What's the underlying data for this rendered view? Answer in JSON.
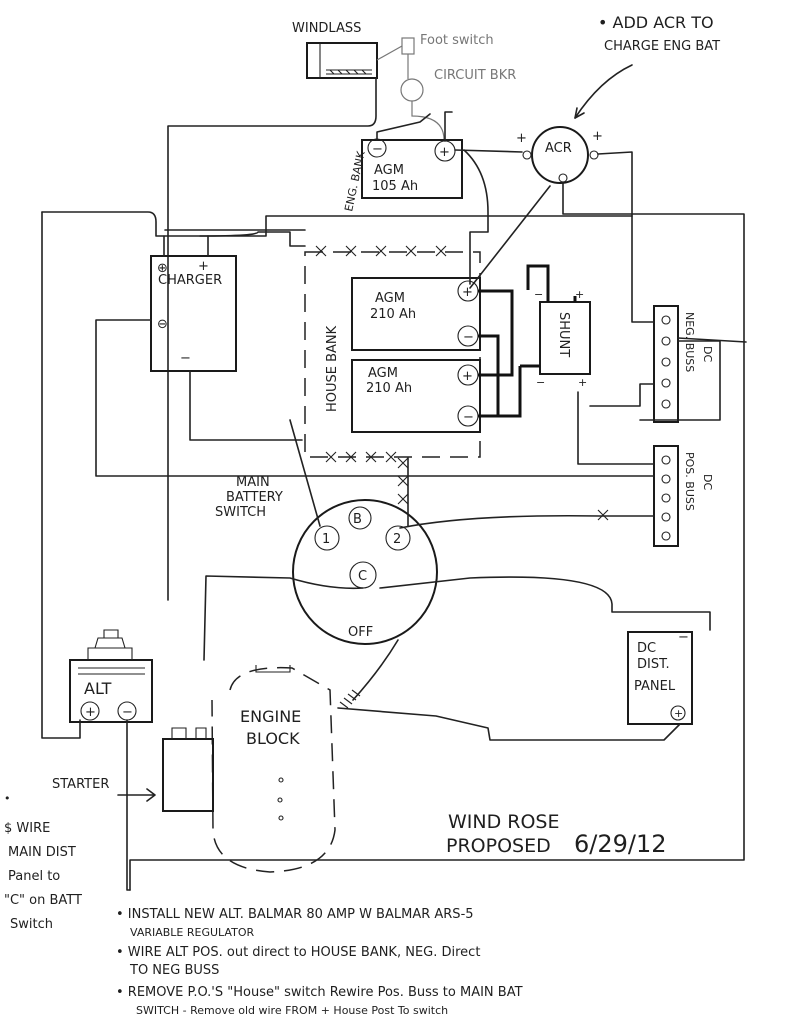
{
  "top_labels": {
    "windlass": "WINDLASS",
    "foot_switch": "Foot switch",
    "circuit_bkr": "CIRCUIT BKR",
    "add_acr_line1": "• ADD ACR TO",
    "add_acr_line2": "CHARGE ENG BAT"
  },
  "components": {
    "eng_bank": "ENG. BANK",
    "eng_battery_line1": "AGM",
    "eng_battery_line2": "105 Ah",
    "acr": "ACR",
    "charger": "CHARGER",
    "house_bank": "HOUSE BANK",
    "house_battery1_line1": "AGM",
    "house_battery1_line2": "210 Ah",
    "house_battery2_line1": "AGM",
    "house_battery2_line2": "210 Ah",
    "shunt": "SHUNT",
    "dc_neg_buss_line1": "DC",
    "dc_neg_buss_line2": "NEG. BUSS",
    "dc_pos_buss_line1": "DC",
    "dc_pos_buss_line2": "POS. BUSS",
    "main_switch_line1": "MAIN",
    "main_switch_line2": "BATTERY",
    "main_switch_line3": "SWITCH",
    "switch_pos_1": "1",
    "switch_pos_b": "B",
    "switch_pos_2": "2",
    "switch_pos_c": "C",
    "switch_off": "OFF",
    "dc_panel_line1": "DC",
    "dc_panel_line2": "DIST.",
    "dc_panel_line3": "PANEL",
    "alt": "ALT",
    "engine_line1": "ENGINE",
    "engine_line2": "BLOCK",
    "starter": "STARTER"
  },
  "title": {
    "line1": "WIND ROSE",
    "line2": "PROPOSED",
    "date": "6/29/12"
  },
  "side_note": {
    "bullet": "•",
    "line1": "$ WIRE",
    "line2": "MAIN DIST",
    "line3": "Panel to",
    "line4": "\"C\" on BATT",
    "line5": "Switch"
  },
  "notes": [
    "• INSTALL NEW ALT. BALMAR 80 AMP W BALMAR ARS-5",
    "VARIABLE REGULATOR",
    "• WIRE ALT POS. out direct to HOUSE BANK, NEG. Direct",
    "TO NEG BUSS",
    "• REMOVE P.O.'S \"House\" switch Rewire Pos. Buss to MAIN BAT",
    "SWITCH - Remove old wire FROM + House Post To switch"
  ]
}
